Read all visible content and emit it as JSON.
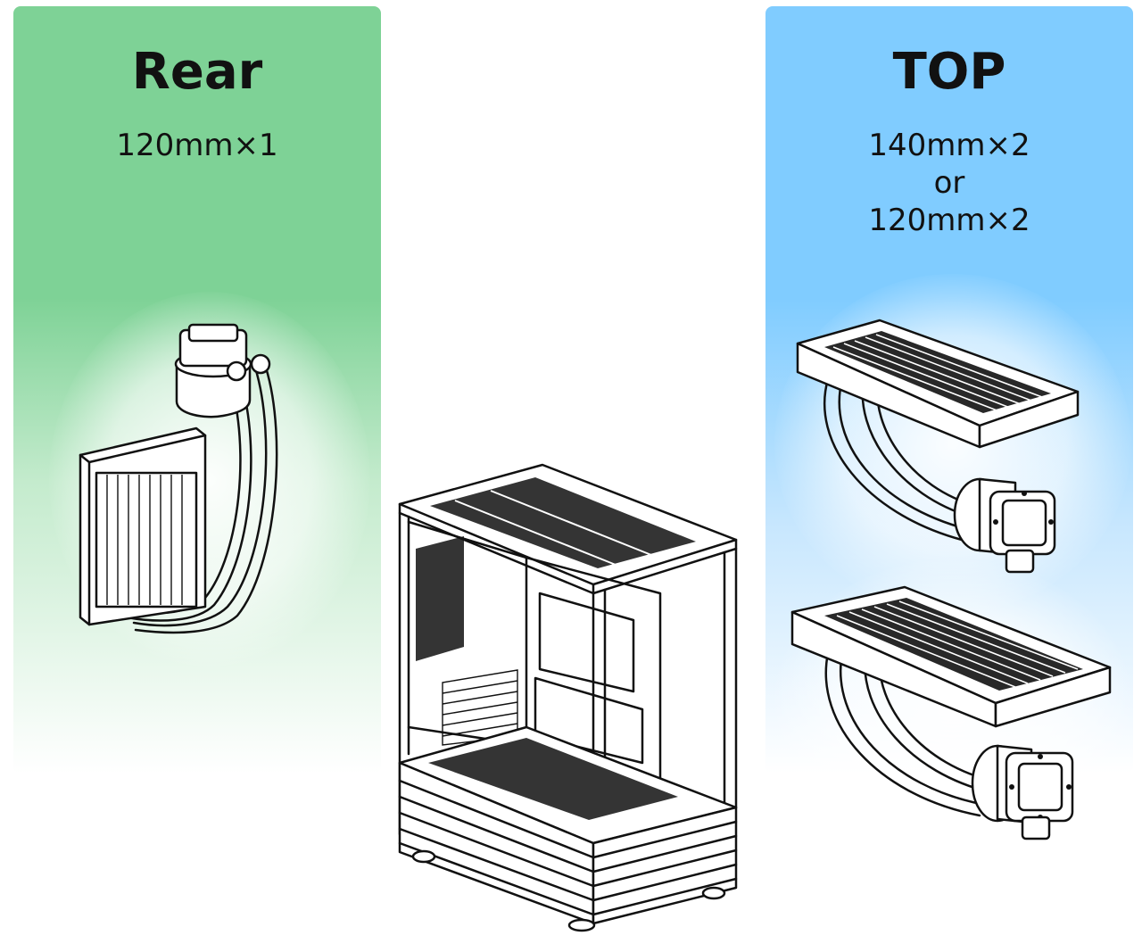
{
  "panels": {
    "rear": {
      "title": "Rear",
      "spec": "120mm×1",
      "color": "#7ed296"
    },
    "top": {
      "title": "TOP",
      "spec_line_1": "140mm×2",
      "spec_line_2": "or",
      "spec_line_3": "120mm×2",
      "color": "#80ccff"
    }
  }
}
